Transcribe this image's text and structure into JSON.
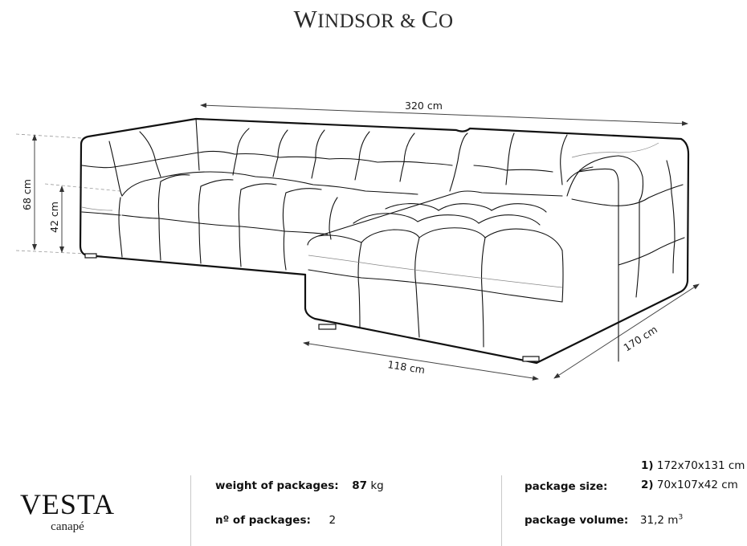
{
  "brand": {
    "first_initial": "W",
    "first_rest": "INDSOR",
    "amp": " & ",
    "second_initial": "C",
    "second_rest": "O",
    "full": "Windsor & Co"
  },
  "drawing": {
    "subject": "corner sofa line drawing with tufted cushions",
    "stroke_color": "#111111",
    "dim_line_color": "#555555",
    "guide_line_color": "#9a9a9a",
    "dimensions": {
      "width_label": "320 cm",
      "height_label": "68 cm",
      "seat_height_label": "42 cm",
      "chaise_width_label": "118 cm",
      "depth_label": "170 cm"
    }
  },
  "product": {
    "name": "VESTA",
    "type": "canapé"
  },
  "specs": {
    "weight_label": "weight of packages:",
    "weight_value": "87",
    "weight_unit": " kg",
    "packages_label": "nº of packages:",
    "packages_value": "2",
    "size_label": "package size:",
    "size_items": [
      {
        "index": "1)",
        "value": " 172x70x131 cm"
      },
      {
        "index": "2)",
        "value": " 70x107x42 cm"
      }
    ],
    "volume_label": "package volume:",
    "volume_value": "31,2 m",
    "volume_sup": "3"
  },
  "colors": {
    "background": "#ffffff",
    "text": "#111111",
    "divider": "#c9c9c9"
  }
}
